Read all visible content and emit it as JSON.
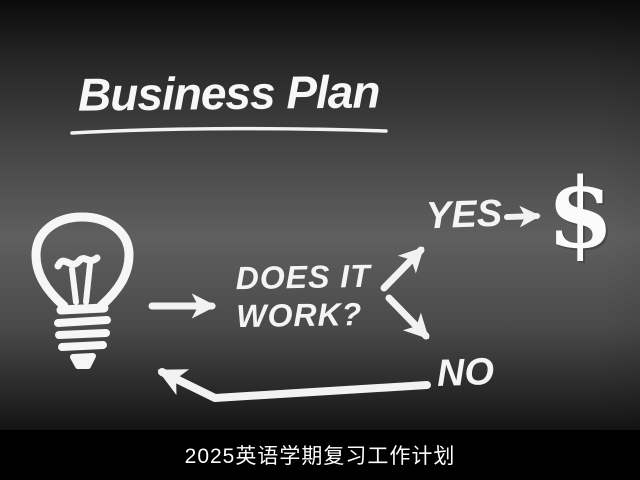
{
  "slide": {
    "title": "Business Plan",
    "caption": "2025英语学期复习工作计划"
  },
  "flowchart": {
    "question_line1": "DOES IT",
    "question_line2": "WORK?",
    "yes_label": "YES",
    "no_label": "NO",
    "money_symbol": "$",
    "idea_icon": "lightbulb-icon",
    "arrows": [
      "idea-to-question",
      "question-to-yes",
      "question-to-no",
      "yes-to-money",
      "no-back-to-idea"
    ]
  },
  "colors": {
    "ink": "#f2f2f2",
    "board_center": "#5f5f5f",
    "board_top": "#0b0b0b",
    "caption_band": "#000000",
    "caption_text": "#fdfdfd"
  }
}
